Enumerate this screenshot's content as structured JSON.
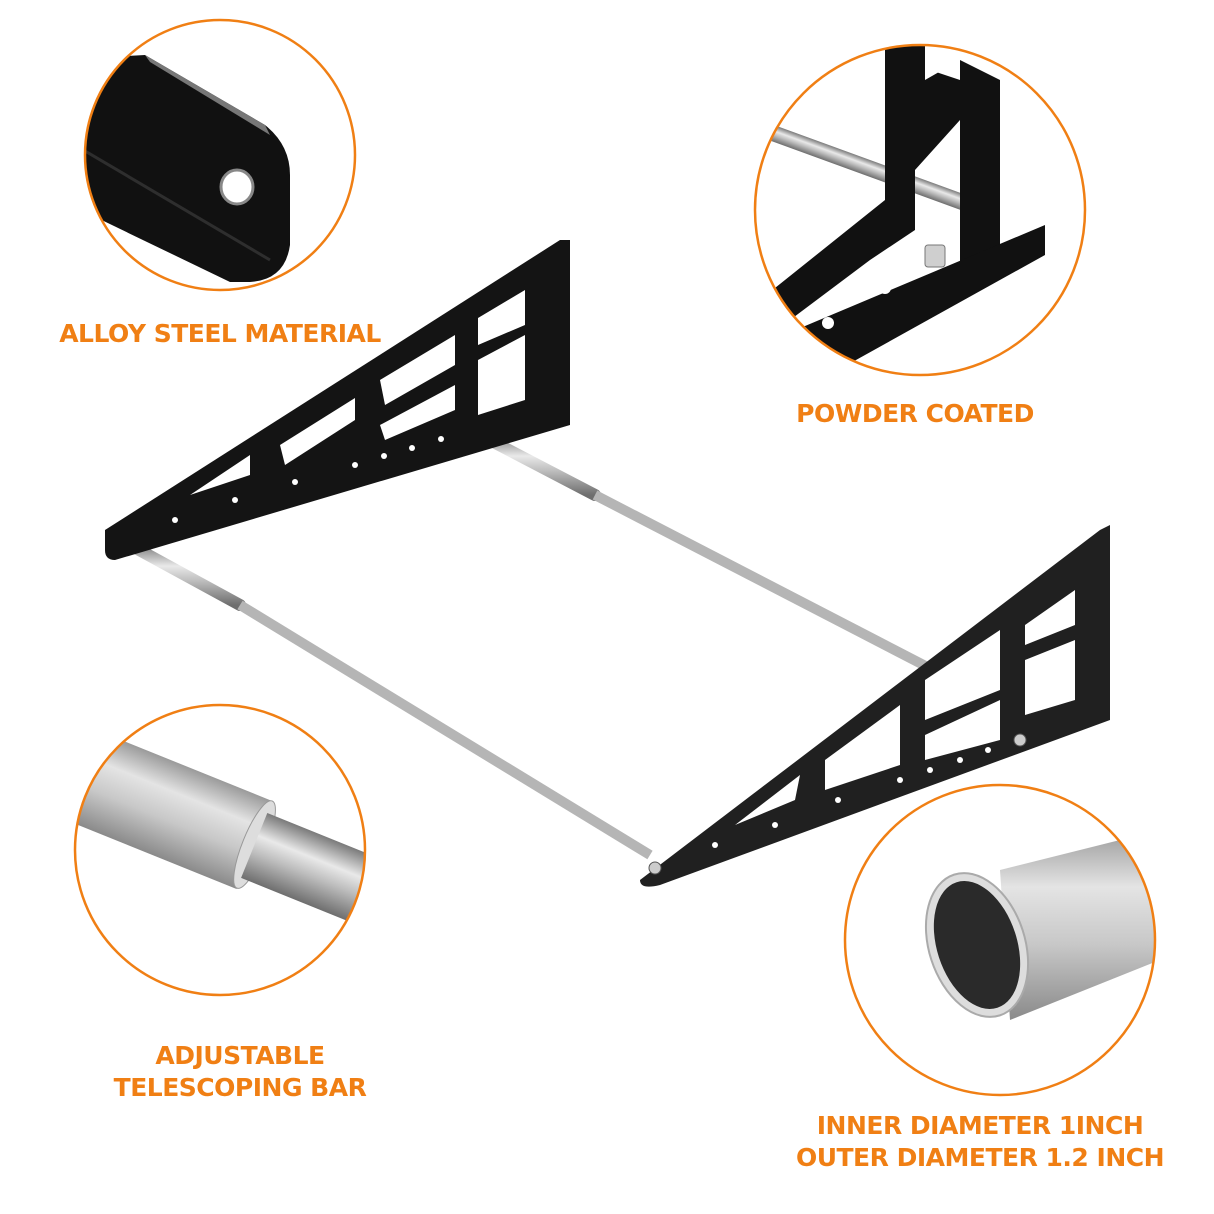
{
  "colors": {
    "accent": "#f07f14",
    "steel_black": "#1a1a1a",
    "chrome": "#b8b8b8"
  },
  "features": [
    {
      "label": "ALLOY STEEL MATERIAL",
      "image": "bracket-corner-closeup"
    },
    {
      "label": "POWDER COATED",
      "image": "bracket-bolt-closeup"
    },
    {
      "label_line1": "ADJUSTABLE",
      "label_line2": "TELESCOPING BAR",
      "image": "telescoping-joint-closeup"
    },
    {
      "label_line1": "INNER DIAMETER 1INCH",
      "label_line2": "OUTER DIAMETER 1.2 INCH",
      "image": "tube-end-closeup"
    }
  ],
  "product": {
    "name": "wall-mounted-rack-brackets-with-telescoping-bars"
  }
}
